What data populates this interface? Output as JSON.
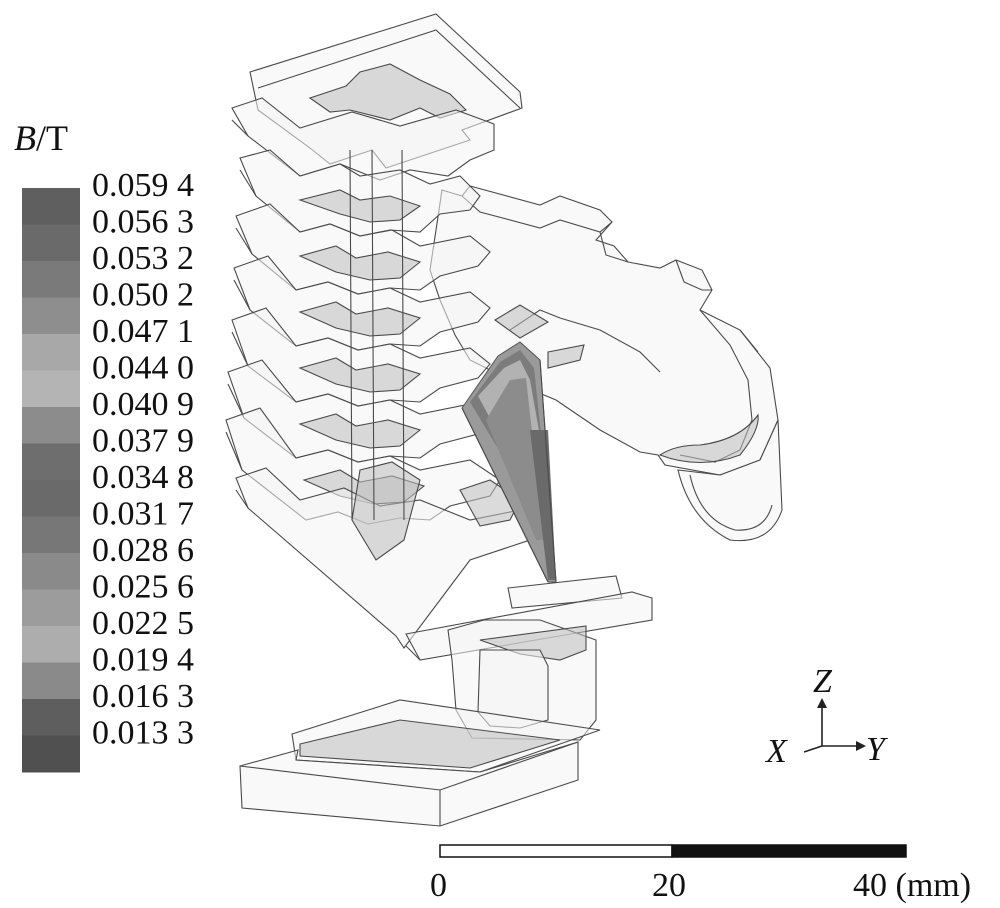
{
  "legend": {
    "title_symbol": "B",
    "title_unit": "/T",
    "levels": [
      {
        "label": "0.059 4",
        "color": "#5f5f5f"
      },
      {
        "label": "0.056 3",
        "color": "#6a6a6a"
      },
      {
        "label": "0.053 2",
        "color": "#7a7a7a"
      },
      {
        "label": "0.050 2",
        "color": "#8e8e8e"
      },
      {
        "label": "0.047 1",
        "color": "#a8a8a8"
      },
      {
        "label": "0.044 0",
        "color": "#b4b4b4"
      },
      {
        "label": "0.040 9",
        "color": "#8c8c8c"
      },
      {
        "label": "0.037 9",
        "color": "#6e6e6e"
      },
      {
        "label": "0.034 8",
        "color": "#6a6a6a"
      },
      {
        "label": "0.031 7",
        "color": "#777777"
      },
      {
        "label": "0.028 6",
        "color": "#8a8a8a"
      },
      {
        "label": "0.025 6",
        "color": "#9c9c9c"
      },
      {
        "label": "0.022 5",
        "color": "#adadad"
      },
      {
        "label": "0.019 4",
        "color": "#8a8a8a"
      },
      {
        "label": "0.016 3",
        "color": "#5e5e5e"
      },
      {
        "label": "0.013 3",
        "color": "#505050"
      }
    ]
  },
  "axes": {
    "z": "Z",
    "x": "X",
    "y": "Y"
  },
  "scale_bar": {
    "labels": [
      "0",
      "20",
      "40 (mm)"
    ]
  }
}
